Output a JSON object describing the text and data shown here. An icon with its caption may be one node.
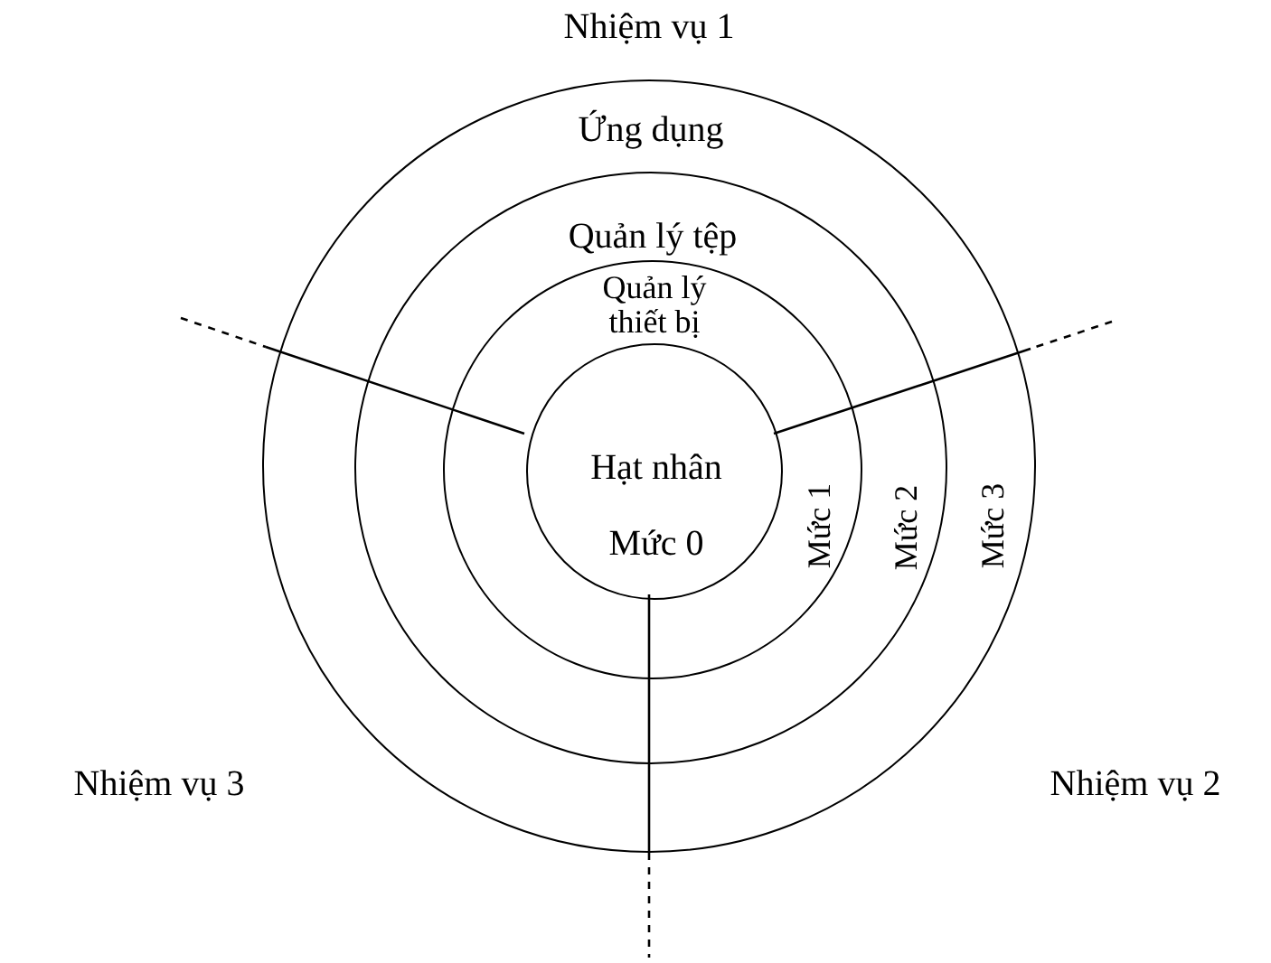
{
  "diagram": {
    "nodes": [
      {
        "text": [
          "Ứng dụng",
          "Mức 3"
        ]
      },
      {
        "text": [
          "Quản lý tệp",
          "Mức 2"
        ],
        "in": 0
      },
      {
        "text": [
          "Quản lý thiết bị",
          "Mức 1"
        ],
        "in": 1
      },
      {
        "text": [
          "Hạt nhân",
          "Mức 0"
        ],
        "in": 2
      }
    ],
    "labels": [
      "Nhiệm vụ 1",
      "Nhiệm vụ 3",
      "Nhiệm vụ 2"
    ]
  }
}
